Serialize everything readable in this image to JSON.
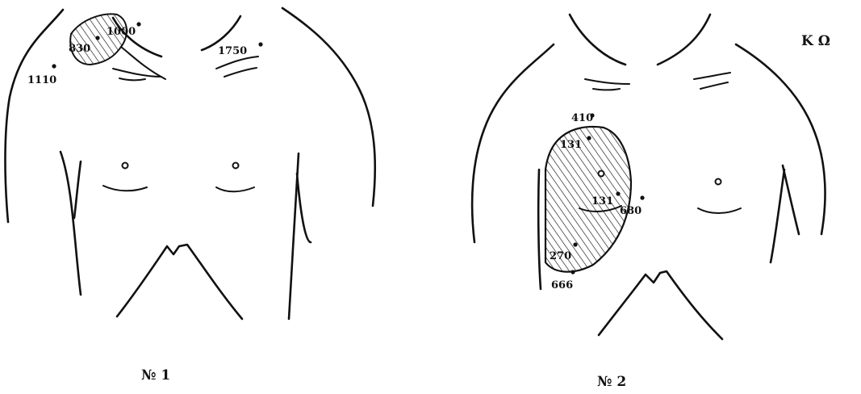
{
  "unit_label": "K Ω",
  "figure1": {
    "caption": "№ 1",
    "points": [
      {
        "label": "1000"
      },
      {
        "label": "830"
      },
      {
        "label": "1110"
      },
      {
        "label": "1750"
      }
    ]
  },
  "figure2": {
    "caption": "№ 2",
    "points": [
      {
        "label": "410"
      },
      {
        "label": "131"
      },
      {
        "label": "131"
      },
      {
        "label": "680"
      },
      {
        "label": "270"
      },
      {
        "label": "666"
      }
    ]
  }
}
